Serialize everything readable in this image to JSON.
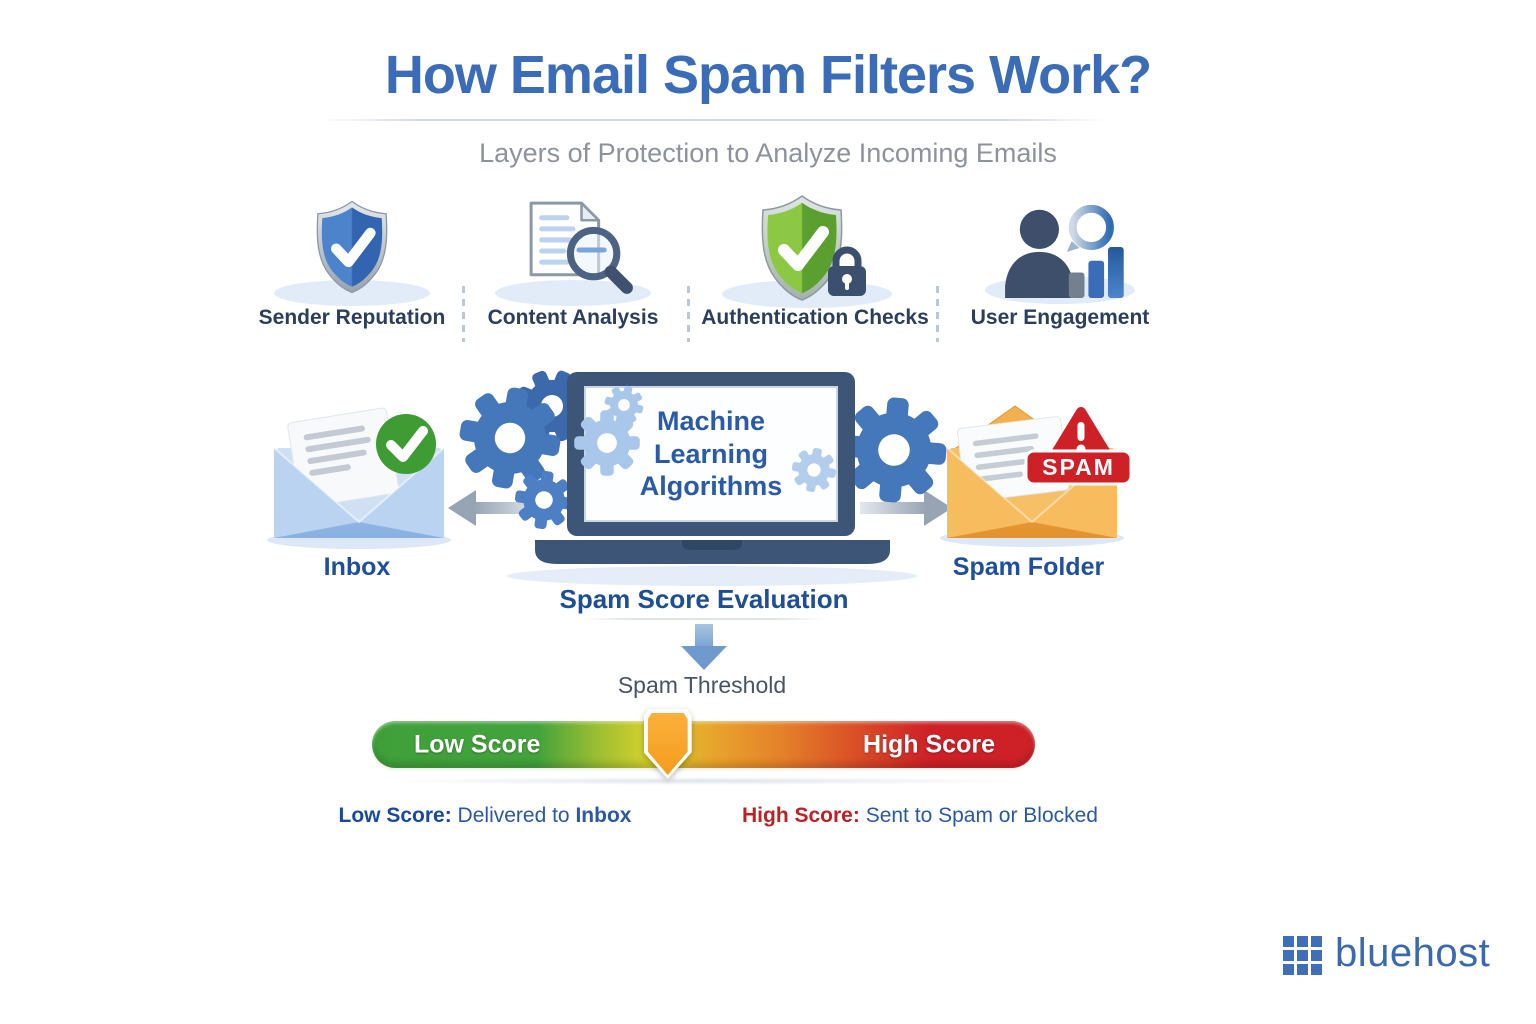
{
  "header": {
    "title": "How Email Spam Filters Work?",
    "subtitle": "Layers of Protection to Analyze Incoming Emails"
  },
  "layers": {
    "items": [
      {
        "label": "Sender Reputation",
        "icon": "shield-check-icon"
      },
      {
        "label": "Content Analysis",
        "icon": "document-search-icon"
      },
      {
        "label": "Authentication Checks",
        "icon": "shield-lock-icon"
      },
      {
        "label": "User Engagement",
        "icon": "user-chart-icon"
      }
    ]
  },
  "flow": {
    "screen_text": "Machine Learning Algorithms",
    "evaluation_label": "Spam Score Evaluation",
    "inbox_label": "Inbox",
    "spam_folder_label": "Spam Folder",
    "spam_badge": "SPAM"
  },
  "threshold": {
    "title": "Spam Threshold",
    "low_label": "Low Score",
    "high_label": "High Score",
    "marker_position_pct": 44.6
  },
  "legend": {
    "low_prefix": "Low Score:",
    "low_text": " Delivered to ",
    "low_emphasis": "Inbox",
    "high_prefix": "High Score:",
    "high_text": " Sent to Spam or Blocked"
  },
  "brand": {
    "name": "bluehost"
  },
  "colors": {
    "title_blue": "#3a6cb8",
    "subtitle_gray": "#8d939e",
    "label_navy": "#2c3e5e",
    "heading_navy": "#1d4e96",
    "alert_red": "#cd2127",
    "bar_green": "#3fa03a",
    "bar_yellow": "#d9d22b",
    "bar_orange": "#e4802a",
    "bar_red": "#cd2127",
    "marker_orange": "#f6a424",
    "envelope_blue": "#a9c8ee",
    "envelope_orange": "#eda83f",
    "success_green": "#3f9c35",
    "laptop_slate": "#3d5577",
    "gear_blue": "#4577bb",
    "gear_light_blue": "#a9c7ea",
    "brand_blue": "#3a69b2"
  }
}
